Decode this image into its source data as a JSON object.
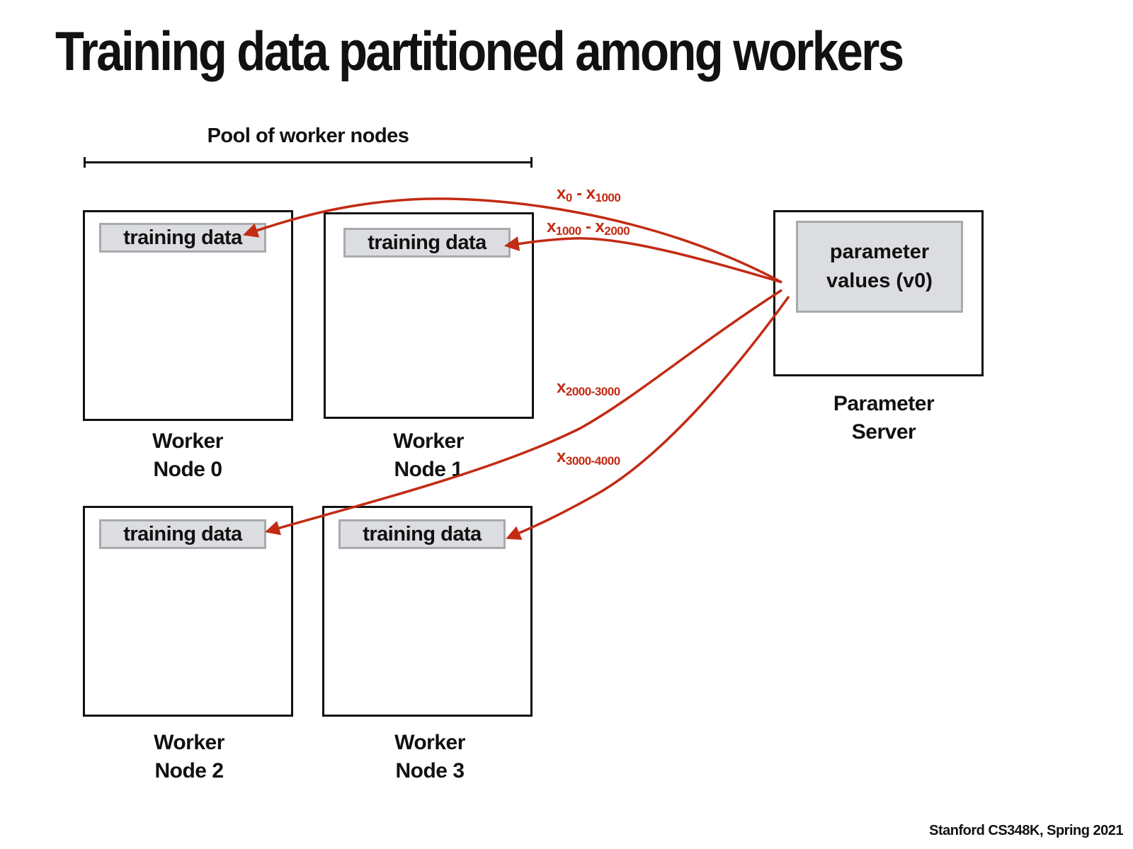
{
  "title": "Training data partitioned among workers",
  "pool_label": "Pool of worker nodes",
  "workers": [
    {
      "chip": "training data",
      "caption_line1": "Worker",
      "caption_line2": "Node 0"
    },
    {
      "chip": "training data",
      "caption_line1": "Worker",
      "caption_line2": "Node 1"
    },
    {
      "chip": "training data",
      "caption_line1": "Worker",
      "caption_line2": "Node 2"
    },
    {
      "chip": "training data",
      "caption_line1": "Worker",
      "caption_line2": "Node 3"
    }
  ],
  "parameter_server": {
    "chip_line1": "parameter",
    "chip_line2": "values (v0)",
    "caption_line1": "Parameter",
    "caption_line2": "Server"
  },
  "arrow_labels": [
    {
      "var": "x",
      "sub_a": "0",
      "sep": " - ",
      "var_b": "x",
      "sub_b": "1000"
    },
    {
      "var": "x",
      "sub_a": "1000",
      "sep": " - ",
      "var_b": "x",
      "sub_b": "2000"
    },
    {
      "var": "x",
      "sub_a": "2000-3000"
    },
    {
      "var": "x",
      "sub_a": "3000-4000"
    }
  ],
  "colors": {
    "arrow": "#c22b14",
    "chip_fill": "#dcdde0",
    "chip_border": "#a9aaad"
  },
  "footer": "Stanford CS348K, Spring 2021"
}
